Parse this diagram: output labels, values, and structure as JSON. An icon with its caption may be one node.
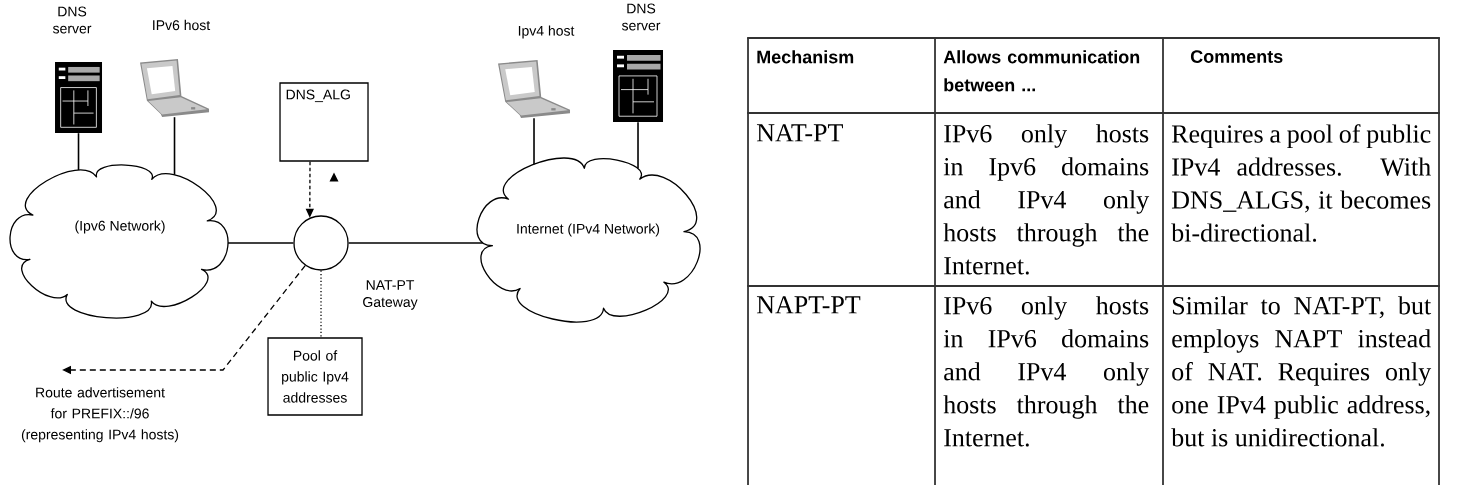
{
  "diagram": {
    "nodes": [
      {
        "text": [
          "DNS server"
        ]
      },
      {
        "text": [
          "IPv6 host"
        ]
      },
      {
        "text": [
          "DNS_ALG"
        ]
      },
      {
        "text": [
          "(Ipv6 Network)"
        ]
      },
      {
        "text": [],
        "shape": "circle",
        "beside": [
          "NAT-PT Gateway"
        ]
      },
      {
        "text": [
          "Ipv4 host"
        ]
      },
      {
        "text": [
          "DNS server"
        ]
      },
      {
        "text": [
          "Internet (IPv4 Network)"
        ]
      },
      {
        "text": [
          "Pool of public Ipv4 addresses"
        ]
      }
    ],
    "edges": [
      {
        "from": 0,
        "to": 3,
        "arrow": "none"
      },
      {
        "from": 1,
        "to": 3,
        "arrow": "none"
      },
      {
        "from": 2,
        "to": 4,
        "arrow": "to",
        "style": "dashed"
      },
      {
        "from": 3,
        "to": 4,
        "arrow": "none"
      },
      {
        "from": 4,
        "to": 7,
        "arrow": "none"
      },
      {
        "from": 5,
        "to": 7,
        "arrow": "none"
      },
      {
        "from": 6,
        "to": 7,
        "arrow": "none"
      },
      {
        "from": 4,
        "to": 8,
        "arrow": "none",
        "style": "dashed"
      },
      {
        "from": 4,
        "to": null,
        "arrow": "to",
        "style": "dashed",
        "label": "Route advertisement for PREFIX::/96 (representing IPv4 hosts)"
      }
    ],
    "labels": [
      "Mechanism",
      "Allows communication between ...",
      "Comments",
      "NAT-PT",
      "IPv6 only hosts in Ipv6 domains and IPv4 only hosts through the Internet.",
      "Requires a pool of public IPv4 addresses. With DNS_ALGS, it becomes bi-directional.",
      "NAPT-PT",
      "IPv6 only hosts in IPv6 domains and IPv4 only hosts through the Internet.",
      "Similar to NAT-PT, but employs NAPT instead of NAT. Requires only one IPv4 public address, but is unidirectional."
    ]
  }
}
